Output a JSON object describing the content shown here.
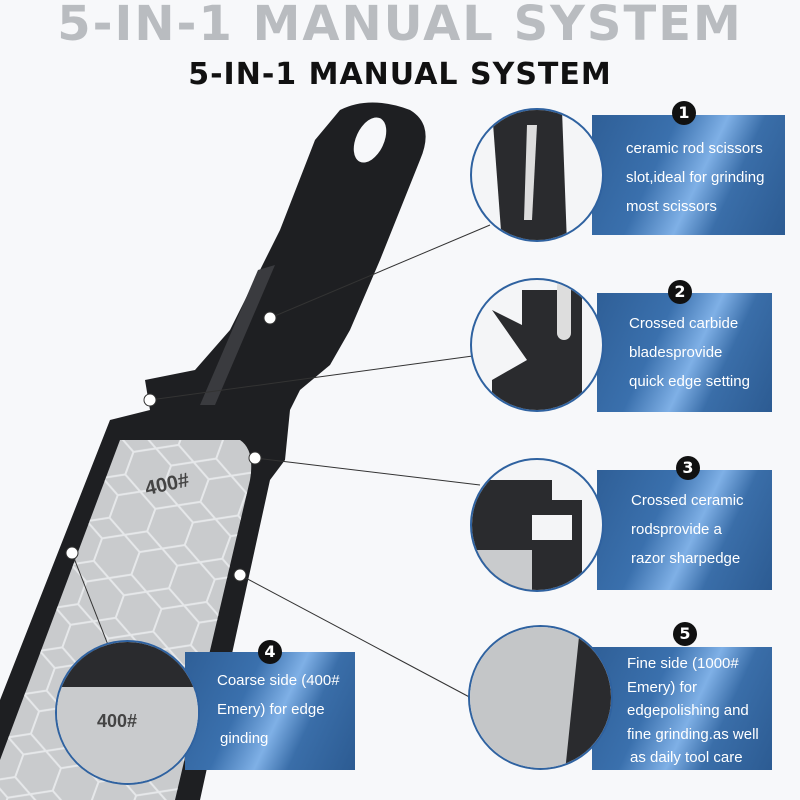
{
  "header": {
    "ghost_title": "5-IN-1 MANUAL SYSTEM",
    "title": "5-IN-1 MANUAL SYSTEM"
  },
  "product": {
    "grit_label": "400#",
    "body_color": "#1e1f22",
    "stone_color": "#c9cbcd"
  },
  "colors": {
    "panel_blue": "#2f5f97",
    "panel_highlight": "#7fb0e6"
  },
  "features": [
    {
      "number": "1",
      "lines": [
        "ceramic rod scissors",
        "slot,ideal for grinding",
        "most scissors"
      ]
    },
    {
      "number": "2",
      "lines": [
        "Crossed carbide",
        "bladesprovide",
        "quick edge setting"
      ]
    },
    {
      "number": "3",
      "lines": [
        "Crossed ceramic",
        "rodsprovide a",
        "razor sharpedge"
      ]
    },
    {
      "number": "4",
      "lines": [
        "Coarse side (400#",
        "Emery) for edge",
        "ginding"
      ]
    },
    {
      "number": "5",
      "lines": [
        "Fine side (1000#",
        "Emery) for",
        "edgepolishing and",
        "fine grinding.as well",
        "as daily tool care"
      ]
    }
  ]
}
